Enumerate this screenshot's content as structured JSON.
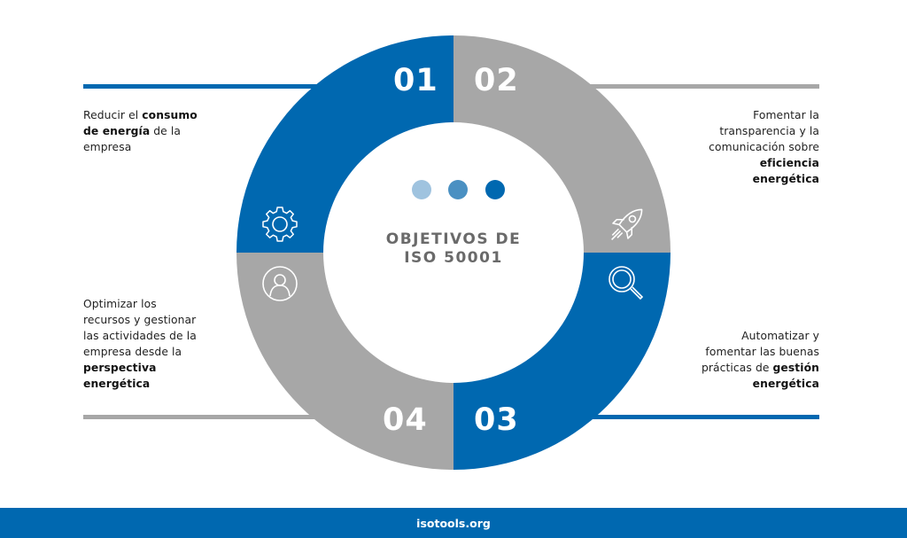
{
  "colors": {
    "blue": "#0068b0",
    "gray": "#a7a7a7",
    "dot_light": "#9fc3df",
    "dot_mid": "#4a90c2",
    "dot_dark": "#0068b0",
    "title_gray": "#6a6a6a",
    "footer_bg": "#0068b0"
  },
  "center": {
    "title_line1": "OBJETIVOS DE",
    "title_line2": "ISO 50001"
  },
  "segments": [
    {
      "number": "01",
      "color": "blue",
      "icon": "gear-icon"
    },
    {
      "number": "02",
      "color": "gray",
      "icon": "rocket-icon"
    },
    {
      "number": "03",
      "color": "blue",
      "icon": "magnifier-icon"
    },
    {
      "number": "04",
      "color": "gray",
      "icon": "user-icon"
    }
  ],
  "objectives": [
    {
      "id": "01",
      "parts": [
        {
          "text": "Reducir el ",
          "bold": false
        },
        {
          "text": "consumo de energía",
          "bold": true
        },
        {
          "text": " de la empresa",
          "bold": false
        }
      ]
    },
    {
      "id": "02",
      "parts": [
        {
          "text": "Fomentar la transparencia y la comunicación sobre ",
          "bold": false
        },
        {
          "text": "eficiencia energética",
          "bold": true
        }
      ]
    },
    {
      "id": "03",
      "parts": [
        {
          "text": "Automatizar y fomentar las buenas prácticas de ",
          "bold": false
        },
        {
          "text": "gestión energética",
          "bold": true
        }
      ]
    },
    {
      "id": "04",
      "parts": [
        {
          "text": "Optimizar los recursos y gestionar las actividades de la empresa desde la ",
          "bold": false
        },
        {
          "text": "perspectiva energética",
          "bold": true
        }
      ]
    }
  ],
  "objective_text": {
    "o1_a": "Reducir el ",
    "o1_b": "consumo",
    "o1_c": "de energía",
    "o1_d": " de la",
    "o1_e": "empresa",
    "o2_a": "Fomentar la",
    "o2_b": "transparencia y la",
    "o2_c": "comunicación sobre",
    "o2_d": "eficiencia",
    "o2_e": "energética",
    "o3_a": "Automatizar y",
    "o3_b": "fomentar las buenas",
    "o3_c": "prácticas de ",
    "o3_d": "gestión",
    "o3_e": "energética",
    "o4_a": "Optimizar los",
    "o4_b": "recursos y gestionar",
    "o4_c": "las actividades de la",
    "o4_d": "empresa desde la",
    "o4_e": "perspectiva",
    "o4_f": "energética"
  },
  "footer": {
    "text": "isotools.org"
  }
}
